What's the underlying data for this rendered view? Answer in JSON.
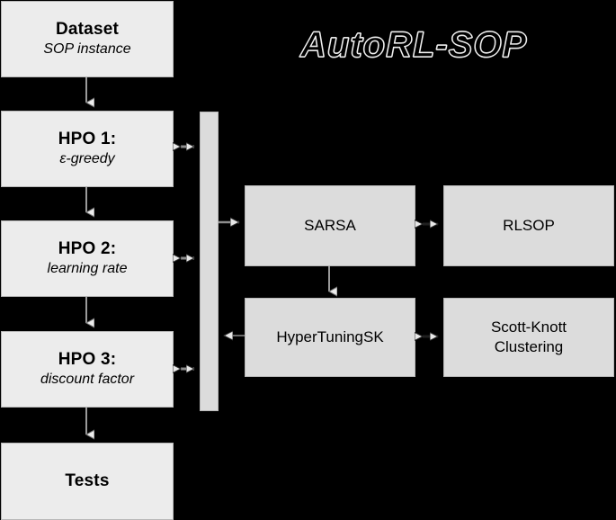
{
  "diagram": {
    "title": "AutoRL-SOP",
    "background_color": "#000000",
    "box_fill_light": "#ececec",
    "box_fill_dark": "#dcdcdc",
    "box_border_color": "#b8b8b8",
    "connector_color": "#9a9a9a"
  },
  "pipeline": {
    "dataset": {
      "title": "Dataset",
      "subtitle": "SOP instance"
    },
    "hpo1": {
      "title": "HPO 1:",
      "subtitle": "ε-greedy"
    },
    "hpo2": {
      "title": "HPO 2:",
      "subtitle": "learning rate"
    },
    "hpo3": {
      "title": "HPO 3:",
      "subtitle": "discount factor"
    },
    "tests": {
      "title": "Tests"
    }
  },
  "engine": {
    "sarsa": "SARSA",
    "rlsop": "RLSOP",
    "hypertuningsk": "HyperTuningSK",
    "scott_knott_line1": "Scott-Knott",
    "scott_knott_line2": "Clustering"
  },
  "connectors": {
    "dataset_to_hpo1": "arrow-down",
    "hpo1_to_hpo2": "arrow-down",
    "hpo2_to_hpo3": "arrow-down",
    "hpo3_to_tests": "arrow-down",
    "hpo1_to_bar": "arrow-bidirectional",
    "hpo2_to_bar": "arrow-bidirectional",
    "hpo3_to_bar": "arrow-bidirectional",
    "bar_to_sarsa": "arrow-right",
    "sarsa_to_rlsop": "arrow-bidirectional",
    "sarsa_to_hypertuningsk": "arrow-down",
    "hypertuningsk_to_bar": "arrow-left",
    "hypertuningsk_to_scottknott": "arrow-bidirectional"
  }
}
